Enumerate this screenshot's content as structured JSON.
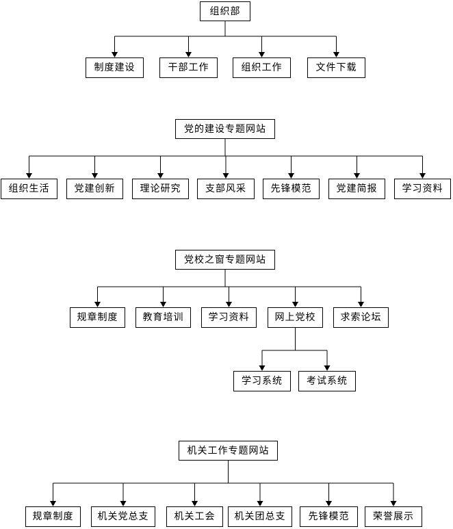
{
  "diagram": {
    "type": "org-tree-sitemap",
    "background_color": "#ffffff",
    "line_color": "#000000",
    "box_border_color": "#000000",
    "box_fill_color": "#ffffff",
    "text_color": "#000000",
    "trees": [
      {
        "root": "组织部",
        "children": [
          "制度建设",
          "干部工作",
          "组织工作",
          "文件下载"
        ]
      },
      {
        "root": "党的建设专题网站",
        "children": [
          "组织生活",
          "党建创新",
          "理论研究",
          "支部风采",
          "先锋模范",
          "党建简报",
          "学习资料"
        ]
      },
      {
        "root": "党校之窗专题网站",
        "children": [
          "规章制度",
          "教育培训",
          "学习资料",
          "网上党校",
          "求索论坛"
        ],
        "sub": {
          "parent_index": 3,
          "children": [
            "学习系统",
            "考试系统"
          ]
        }
      },
      {
        "root": "机关工作专题网站",
        "children": [
          "规章制度",
          "机关党总支",
          "机关工会",
          "机关团总支",
          "先锋模范",
          "荣誉展示"
        ]
      }
    ]
  }
}
